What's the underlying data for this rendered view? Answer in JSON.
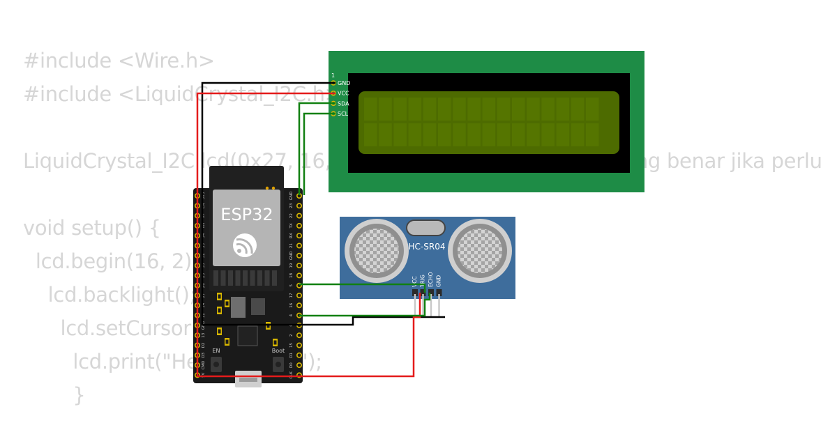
{
  "code": {
    "lines": [
      "#include <Wire.h>",
      "#include <LiquidCrystal_I2C.h>",
      "",
      "LiquidCrystal_I2C lcd(0x27, 16, 2); // Sesuaikan alamat I2C yang benar jika perlu",
      "",
      "void setup() {",
      "  lcd.begin(16, 2);",
      "    lcd.backlight();",
      "      lcd.setCursor(0, 0);",
      "        lcd.print(\"Hello, World!\");",
      "        }"
    ]
  },
  "lcd": {
    "pin_index": "1",
    "pins": [
      "GND",
      "VCC",
      "SDA",
      "SCL"
    ],
    "colors": {
      "board": "#1e8c46",
      "bezel": "#000000",
      "screen": "#4d6b00"
    }
  },
  "esp32": {
    "label": "ESP32",
    "button_en": "EN",
    "button_boot": "Boot",
    "left_pins": [
      "3V3",
      "EN",
      "VP",
      "VN",
      "34",
      "35",
      "32",
      "33",
      "25",
      "26",
      "27",
      "14",
      "12",
      "GND",
      "13",
      "D2",
      "D3",
      "CMD",
      "5V"
    ],
    "right_pins": [
      "GND",
      "23",
      "22",
      "TX",
      "RX",
      "21",
      "GND",
      "19",
      "18",
      "5",
      "17",
      "16",
      "4",
      "0",
      "2",
      "15",
      "D1",
      "D0",
      "CLK"
    ],
    "colors": {
      "board": "#1a1a1a",
      "module": "#b5b5b5"
    }
  },
  "sensor": {
    "label": "HC-SR04",
    "pins": [
      "VCC",
      "TRIG",
      "ECHO",
      "GND"
    ],
    "colors": {
      "board": "#3e6d9c"
    }
  },
  "wire_colors": {
    "gnd": "#000000",
    "vcc": "#e41b1b",
    "signal": "#118011"
  }
}
